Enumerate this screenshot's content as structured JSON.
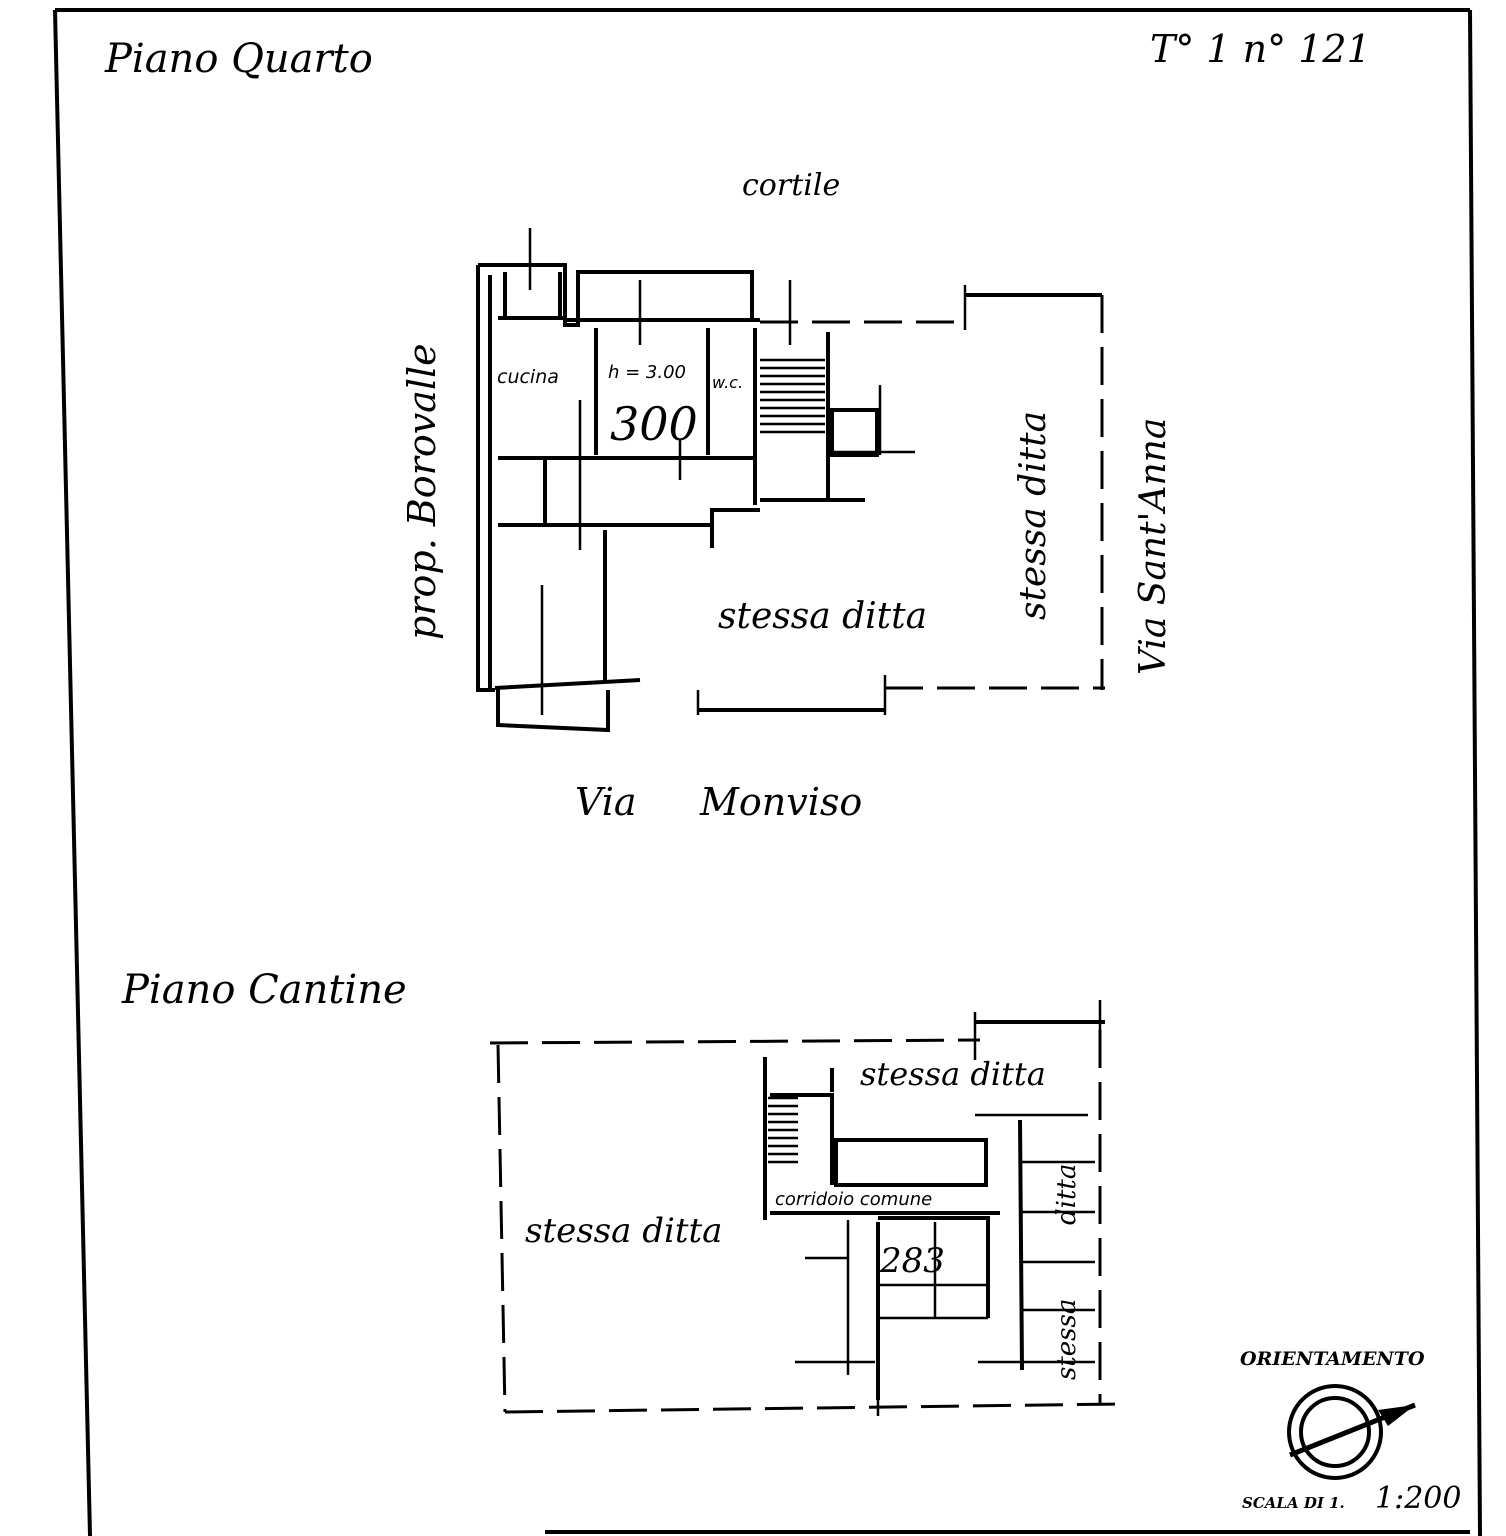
{
  "header": {
    "floor_title": "Piano Quarto",
    "sheet_ref": "T° 1 n° 121"
  },
  "top_plan": {
    "courtyard_label": "cortile",
    "left_neighbor_label": "prop. Borovalle",
    "right_street_label": "Via Sant'Anna",
    "bottom_street_label_1": "Via",
    "bottom_street_label_2": "Monviso",
    "kitchen_label": "cucina",
    "height_label": "h = 3.00",
    "wc_label": "w.c.",
    "unit_number": "300",
    "same_owner_center": "stessa ditta",
    "same_owner_right": "stessa ditta"
  },
  "cellar_plan": {
    "floor_title": "Piano Cantine",
    "same_owner_top": "stessa ditta",
    "same_owner_left": "stessa ditta",
    "same_owner_right_1": "ditta",
    "same_owner_right_2": "stessa",
    "corridor_label": "corridoio comune",
    "cellar_number": "283"
  },
  "legend": {
    "orientation_label": "ORIENTAMENTO",
    "scale_prefix": "SCALA DI 1.",
    "scale_value": "1:200"
  }
}
